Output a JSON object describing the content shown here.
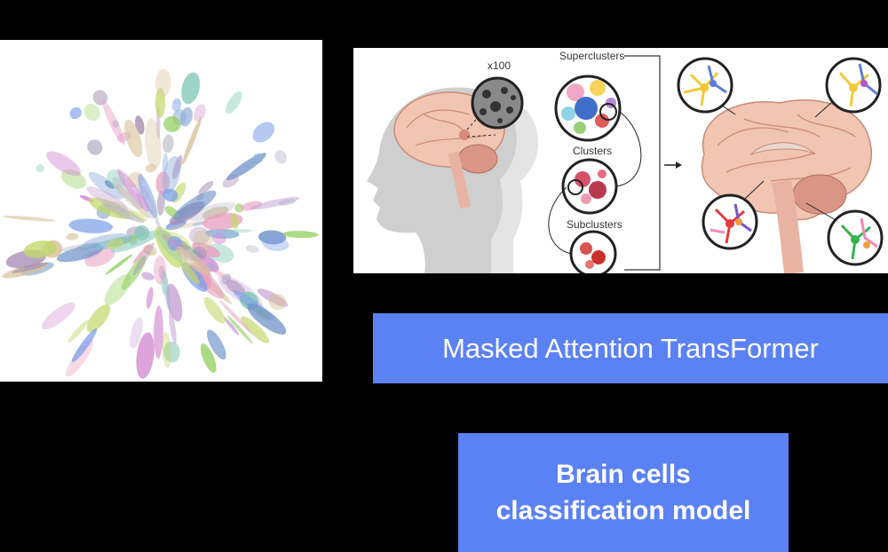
{
  "anatomy": {
    "magnification": "x100",
    "superclusters": "Superclusters",
    "clusters": "Clusters",
    "subclusters": "Subclusters"
  },
  "model": {
    "architecture_label": "Masked Attention TransFormer",
    "output_line1": "Brain cells",
    "output_line2": "classification model"
  },
  "colors": {
    "background": "#000000",
    "box_fill": "#5b82f5",
    "box_text": "#ffffff",
    "brain_fill": "#f2c4b2"
  }
}
